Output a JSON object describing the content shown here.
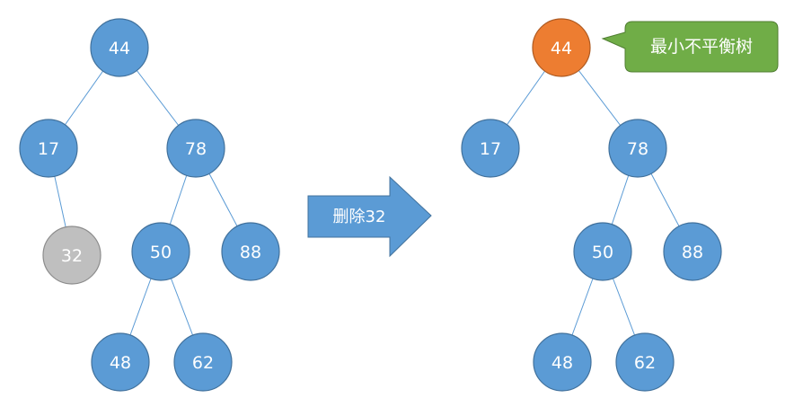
{
  "colors": {
    "node_fill": "#5B9BD5",
    "node_stroke": "#41719C",
    "deleted_fill": "#BFBFBF",
    "deleted_stroke": "#8C8C8C",
    "highlight_fill": "#ED7D31",
    "highlight_stroke": "#AE5A21",
    "edge": "#5B9BD5",
    "callout_fill": "#70AD47",
    "callout_stroke": "#507E32",
    "text": "#FFFFFF"
  },
  "before_tree": {
    "nodes": [
      {
        "id": "b44",
        "label": "44",
        "state": "normal"
      },
      {
        "id": "b17",
        "label": "17",
        "state": "normal"
      },
      {
        "id": "b78",
        "label": "78",
        "state": "normal"
      },
      {
        "id": "b32",
        "label": "32",
        "state": "deleted"
      },
      {
        "id": "b50",
        "label": "50",
        "state": "normal"
      },
      {
        "id": "b88",
        "label": "88",
        "state": "normal"
      },
      {
        "id": "b48",
        "label": "48",
        "state": "normal"
      },
      {
        "id": "b62",
        "label": "62",
        "state": "normal"
      }
    ],
    "edges": [
      [
        "b44",
        "b17"
      ],
      [
        "b44",
        "b78"
      ],
      [
        "b17",
        "b32"
      ],
      [
        "b78",
        "b50"
      ],
      [
        "b78",
        "b88"
      ],
      [
        "b50",
        "b48"
      ],
      [
        "b50",
        "b62"
      ]
    ]
  },
  "operation": {
    "label": "删除32"
  },
  "after_tree": {
    "nodes": [
      {
        "id": "a44",
        "label": "44",
        "state": "unbalanced"
      },
      {
        "id": "a17",
        "label": "17",
        "state": "normal"
      },
      {
        "id": "a78",
        "label": "78",
        "state": "normal"
      },
      {
        "id": "a50",
        "label": "50",
        "state": "normal"
      },
      {
        "id": "a88",
        "label": "88",
        "state": "normal"
      },
      {
        "id": "a48",
        "label": "48",
        "state": "normal"
      },
      {
        "id": "a62",
        "label": "62",
        "state": "normal"
      }
    ],
    "edges": [
      [
        "a44",
        "a17"
      ],
      [
        "a44",
        "a78"
      ],
      [
        "a78",
        "a50"
      ],
      [
        "a78",
        "a88"
      ],
      [
        "a50",
        "a48"
      ],
      [
        "a50",
        "a62"
      ]
    ]
  },
  "callout": {
    "label": "最小不平衡树"
  }
}
